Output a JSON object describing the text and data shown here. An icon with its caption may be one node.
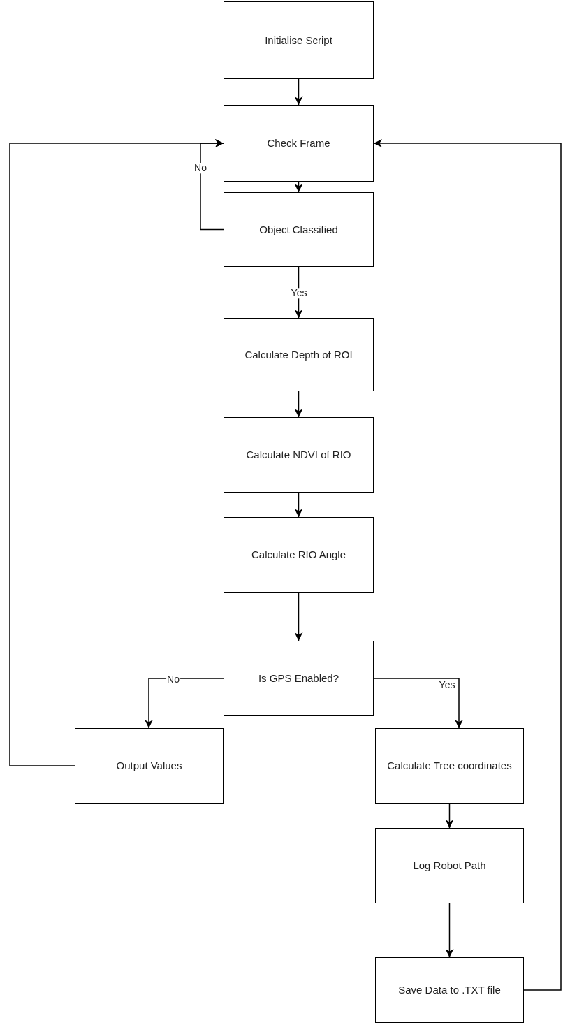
{
  "diagram": {
    "nodes": [
      {
        "text": [
          "Initialise Script"
        ]
      },
      {
        "text": [
          "Check Frame"
        ]
      },
      {
        "text": [
          "Object Classified"
        ]
      },
      {
        "text": [
          "Calculate Depth of ROI"
        ]
      },
      {
        "text": [
          "Calculate NDVI of RIO"
        ]
      },
      {
        "text": [
          "Calculate RIO Angle"
        ]
      },
      {
        "text": [
          "Is GPS Enabled?"
        ]
      },
      {
        "text": [
          "Output Values"
        ]
      },
      {
        "text": [
          "Calculate Tree coordinates"
        ]
      },
      {
        "text": [
          "Log Robot Path"
        ]
      },
      {
        "text": [
          "Save Data to .TXT file"
        ]
      }
    ],
    "edges": [
      {
        "from": 0,
        "to": 1,
        "arrow": "to"
      },
      {
        "from": 1,
        "to": 2,
        "arrow": "to"
      },
      {
        "from": 2,
        "to": 1,
        "arrow": "to",
        "label": "No"
      },
      {
        "from": 2,
        "to": 3,
        "arrow": "to",
        "label": "Yes"
      },
      {
        "from": 3,
        "to": 4,
        "arrow": "to"
      },
      {
        "from": 4,
        "to": 5,
        "arrow": "to"
      },
      {
        "from": 5,
        "to": 6,
        "arrow": "to"
      },
      {
        "from": 6,
        "to": 7,
        "arrow": "to",
        "label": "No"
      },
      {
        "from": 6,
        "to": 8,
        "arrow": "to",
        "label": "Yes"
      },
      {
        "from": 7,
        "to": 1,
        "arrow": "to"
      },
      {
        "from": 8,
        "to": 9,
        "arrow": "to"
      },
      {
        "from": 9,
        "to": 10,
        "arrow": "to"
      },
      {
        "from": 10,
        "to": 1,
        "arrow": "to"
      }
    ]
  }
}
